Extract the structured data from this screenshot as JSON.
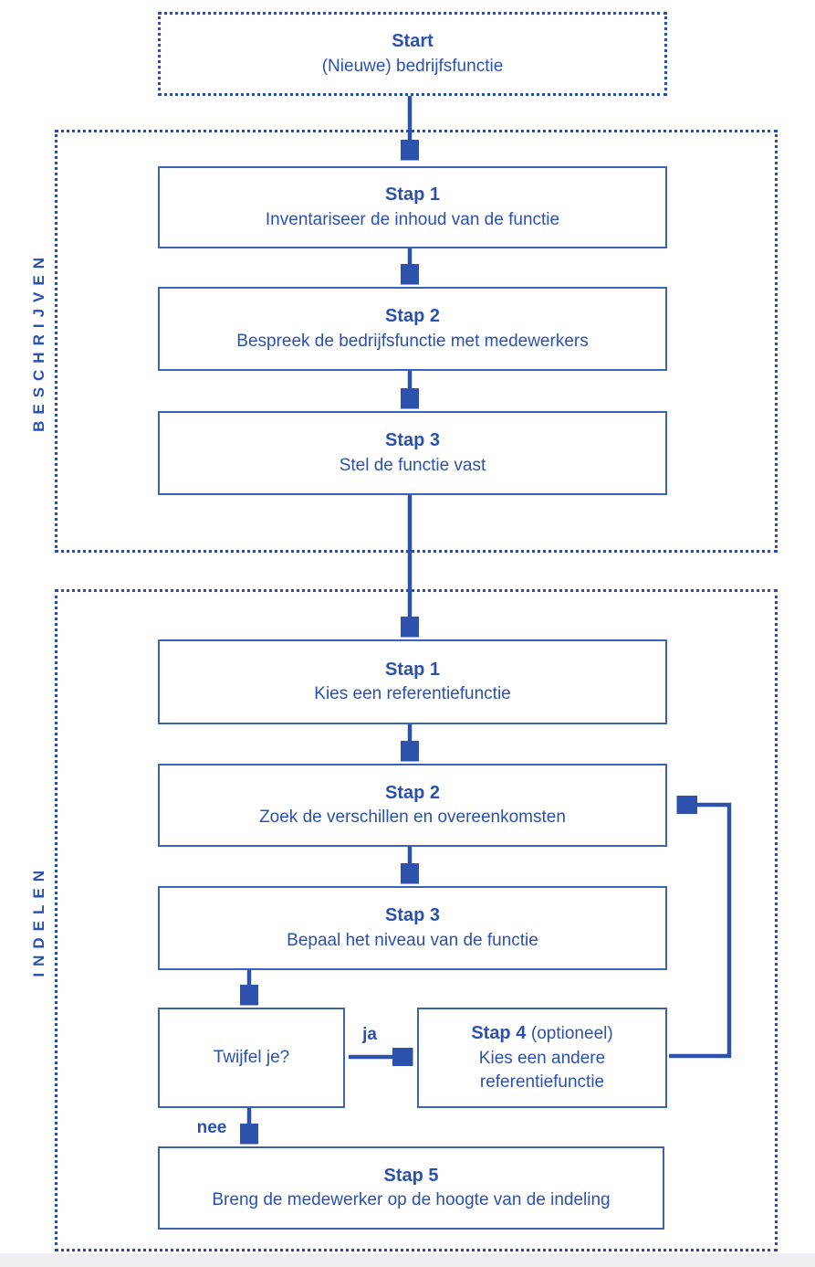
{
  "palette": {
    "text_blue": "#2b51b0",
    "box_border_blue": "#3c63b8",
    "arrow_blue": "#2d52ad",
    "dotted_border_blue": "#2b4cab",
    "bottom_strip_gray": "#edeff2"
  },
  "start": {
    "title": "Start",
    "subtitle": "(Nieuwe) bedrijfsfunctie"
  },
  "beschrijven": {
    "label": "BESCHRIJVEN",
    "step1": {
      "title": "Stap 1",
      "subtitle": "Inventariseer de inhoud van de functie"
    },
    "step2": {
      "title": "Stap 2",
      "subtitle": "Bespreek de bedrijfsfunctie met medewerkers"
    },
    "step3": {
      "title": "Stap 3",
      "subtitle": "Stel de functie vast"
    }
  },
  "indelen": {
    "label": "INDELEN",
    "step1": {
      "title": "Stap 1",
      "subtitle": "Kies een referentiefunctie"
    },
    "step2": {
      "title": "Stap 2",
      "subtitle": "Zoek de verschillen en overeenkomsten"
    },
    "step3": {
      "title": "Stap 3",
      "subtitle": "Bepaal het niveau van de functie"
    },
    "decision": {
      "text": "Twijfel je?"
    },
    "step4": {
      "title": "Stap 4",
      "title_suffix": "(optioneel)",
      "subtitle": "Kies een andere referentiefunctie"
    },
    "step5": {
      "title": "Stap 5",
      "subtitle": "Breng de medewerker op de hoogte van de indeling"
    },
    "edge_yes": "ja",
    "edge_no": "nee"
  }
}
